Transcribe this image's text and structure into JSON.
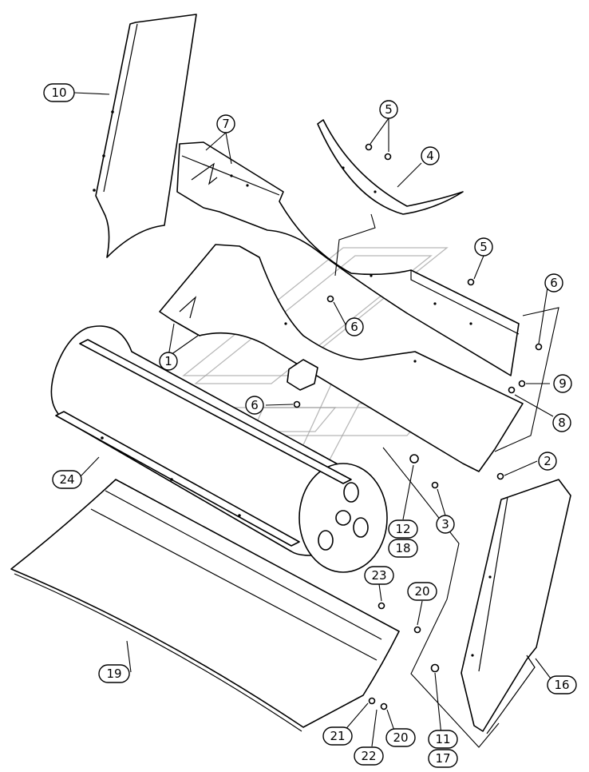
{
  "callouts": [
    {
      "id": "c10",
      "label": "10"
    },
    {
      "id": "c7",
      "label": "7"
    },
    {
      "id": "c5a",
      "label": "5"
    },
    {
      "id": "c4",
      "label": "4"
    },
    {
      "id": "c5b",
      "label": "5"
    },
    {
      "id": "c6a",
      "label": "6"
    },
    {
      "id": "c6b",
      "label": "6"
    },
    {
      "id": "c1",
      "label": "1"
    },
    {
      "id": "c6c",
      "label": "6"
    },
    {
      "id": "c9",
      "label": "9"
    },
    {
      "id": "c8",
      "label": "8"
    },
    {
      "id": "c2",
      "label": "2"
    },
    {
      "id": "c24",
      "label": "24"
    },
    {
      "id": "c3",
      "label": "3"
    },
    {
      "id": "c12",
      "label": "12"
    },
    {
      "id": "c18",
      "label": "18"
    },
    {
      "id": "c23",
      "label": "23"
    },
    {
      "id": "c20a",
      "label": "20"
    },
    {
      "id": "c19",
      "label": "19"
    },
    {
      "id": "c16",
      "label": "16"
    },
    {
      "id": "c21",
      "label": "21"
    },
    {
      "id": "c22",
      "label": "22"
    },
    {
      "id": "c20b",
      "label": "20"
    },
    {
      "id": "c11",
      "label": "11"
    },
    {
      "id": "c17",
      "label": "17"
    }
  ]
}
